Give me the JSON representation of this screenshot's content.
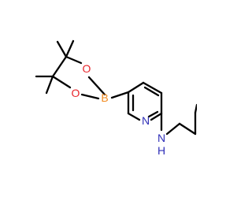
{
  "molecule": {
    "atoms": {
      "boron": "B",
      "oxygen_upper": "O",
      "oxygen_lower": "O",
      "nitrogen_ring": "N",
      "nitrogen_amine": "N",
      "amine_hydrogen": "H"
    },
    "colors": {
      "bond": "#000000",
      "boron": "#f2891d",
      "oxygen": "#e8242a",
      "nitrogen": "#2f2fb8"
    }
  }
}
